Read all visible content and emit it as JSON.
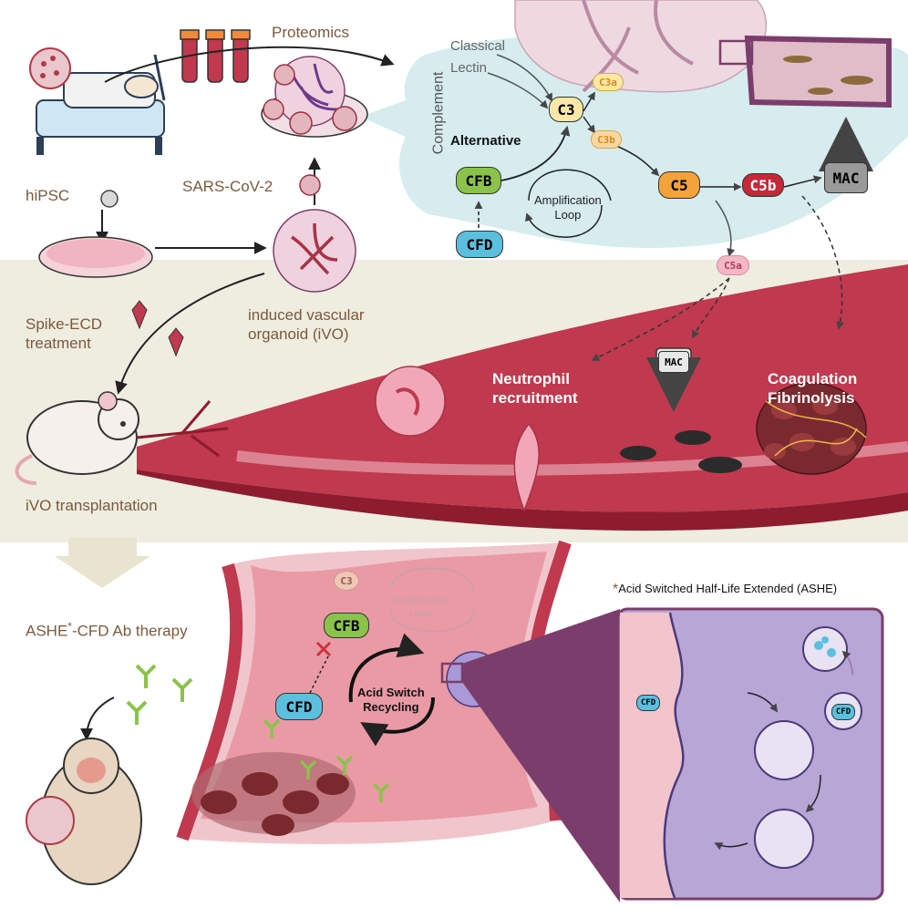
{
  "top": {
    "proteomics": "Proteomics",
    "sars": "SARS-CoV-2",
    "hipsc": "hiPSC",
    "spike": "Spike-ECD\ntreatment",
    "spike_l1": "Spike-ECD",
    "spike_l2": "treatment",
    "ivo_l1": "induced vascular",
    "ivo_l2": "organoid (iVO)",
    "transplant": "iVO transplantation"
  },
  "complement": {
    "title": "Complement",
    "classical": "Classical",
    "lectin": "Lectin",
    "alternative": "Alternative",
    "c3": "C3",
    "c3a": "C3a",
    "c3b": "C3b",
    "c5": "C5",
    "c5a": "C5a",
    "c5b": "C5b",
    "mac": "MAC",
    "cfb": "CFB",
    "cfd": "CFD",
    "loop_l1": "Amplification",
    "loop_l2": "Loop"
  },
  "vessel": {
    "neutro_l1": "Neutrophil",
    "neutro_l2": "recruitment",
    "mac": "MAC",
    "coag_l1": "Coagulation",
    "coag_l2": "Fibrinolysis"
  },
  "therapy": {
    "label_pre": "ASHE",
    "label_star": "*",
    "label_post": "-CFD Ab therapy",
    "c3": "C3",
    "cfb": "CFB",
    "cfd": "CFD",
    "loop_l1": "Amplification",
    "loop_l2": "Loop",
    "acid_l1": "Acid Switch",
    "acid_l2": "Recycling",
    "ashe_star": "*",
    "ashe_title": "Acid Switched Half-Life Extended (ASHE)",
    "inset_cfd": "CFD"
  },
  "colors": {
    "complement_bg": "#d6ecef",
    "band_bg": "#efece0",
    "vessel_red": "#c0394e",
    "vessel_dark": "#8c1c2e",
    "label_brown": "#7a5a3c",
    "cfb_green": "#8bc34a",
    "cfd_blue": "#5bc0de",
    "c3_yellow": "#fbe8a6",
    "c5_orange": "#f4a23a",
    "c5b_red": "#c62838",
    "c5a_pink": "#f3b7c6",
    "mac_gray": "#9a9a9a",
    "inset_purple": "#b7a6d6",
    "inset_pink": "#f2c4cc"
  }
}
